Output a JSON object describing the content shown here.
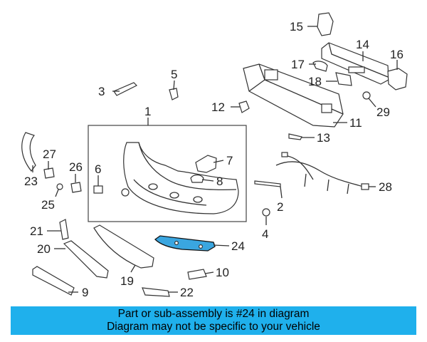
{
  "callouts": [
    "1",
    "2",
    "3",
    "4",
    "5",
    "6",
    "7",
    "8",
    "9",
    "10",
    "11",
    "12",
    "13",
    "14",
    "15",
    "16",
    "17",
    "18",
    "19",
    "20",
    "21",
    "22",
    "23",
    "24",
    "25",
    "26",
    "27",
    "28",
    "29"
  ],
  "highlight_callout": "24",
  "highlight_color": "#3aa6e0",
  "banner": {
    "line1": "Part or sub-assembly is #24 in diagram",
    "line2": "Diagram may not be specific to your vehicle",
    "background": "#1fb0ec"
  }
}
